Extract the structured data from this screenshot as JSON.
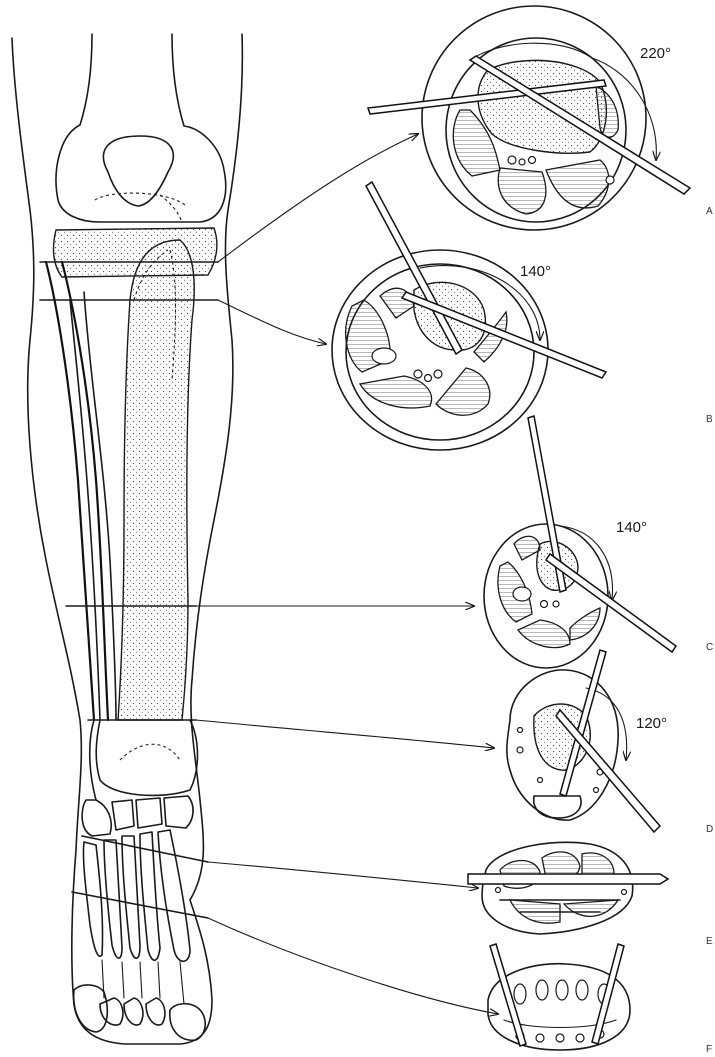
{
  "figure": {
    "sections": [
      {
        "letter": "A",
        "angle": "220°"
      },
      {
        "letter": "B",
        "angle": "140°"
      },
      {
        "letter": "C",
        "angle": "140°"
      },
      {
        "letter": "D",
        "angle": "120°"
      },
      {
        "letter": "E",
        "angle": ""
      },
      {
        "letter": "F",
        "angle": ""
      }
    ]
  }
}
